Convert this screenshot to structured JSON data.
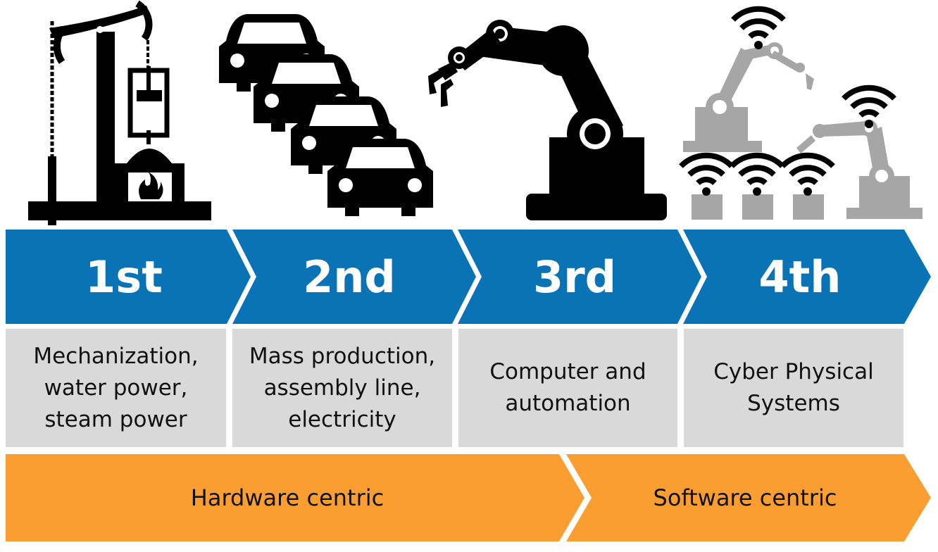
{
  "colors": {
    "stage_arrow": "#0a73b5",
    "description_box": "#d9d9d9",
    "bottom_arrow": "#fa9e31",
    "icon_dark": "#000000",
    "icon_grey": "#a6a6a6"
  },
  "stages": [
    {
      "label": "1st",
      "description": "Mechanization, water power, steam power",
      "icon": "steam-engine-pump-icon"
    },
    {
      "label": "2nd",
      "description": "Mass production, assembly line, electricity",
      "icon": "car-assembly-line-icon"
    },
    {
      "label": "3rd",
      "description": "Computer and automation",
      "icon": "robotic-arm-icon"
    },
    {
      "label": "4th",
      "description": "Cyber Physical Systems",
      "icon": "connected-robots-wifi-icon"
    }
  ],
  "bottom": {
    "hardware_label": "Hardware centric",
    "software_label": "Software centric"
  }
}
